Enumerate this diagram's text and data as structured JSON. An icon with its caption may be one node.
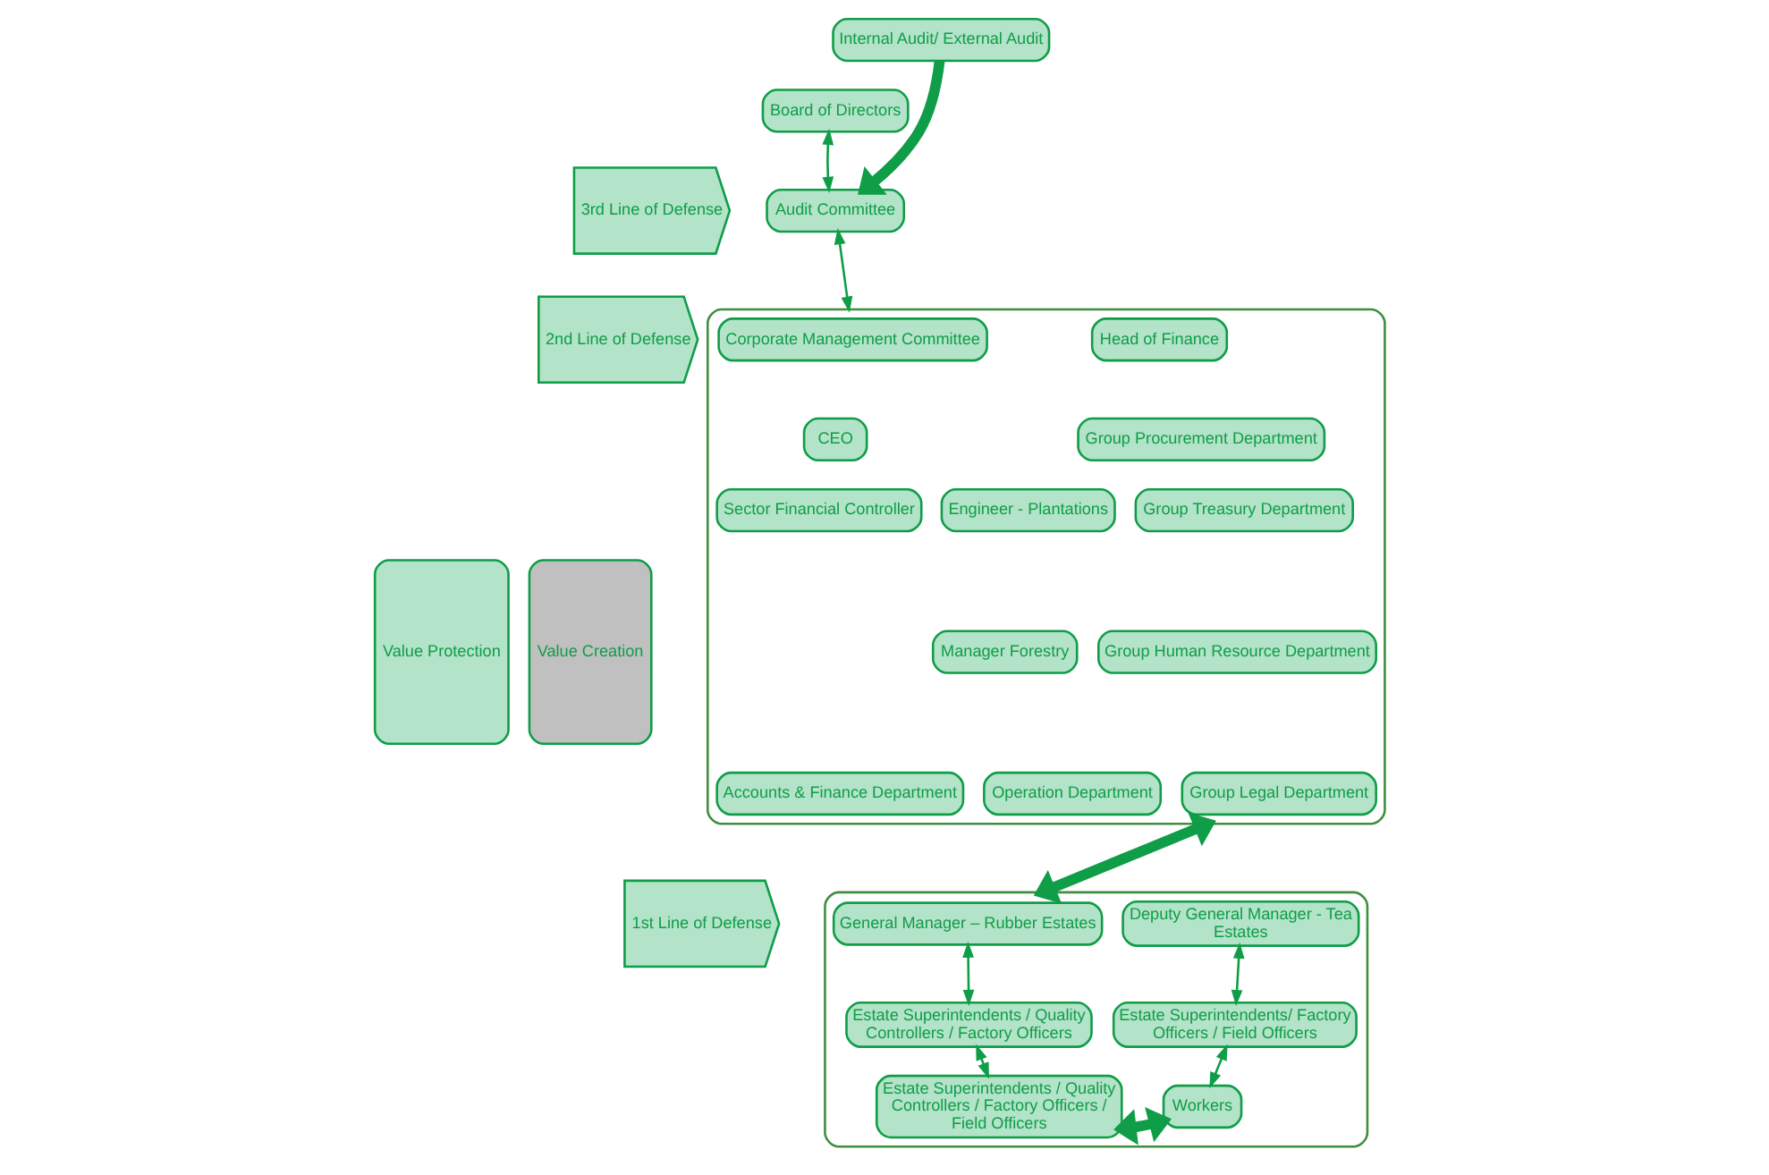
{
  "diagram": {
    "nodes": [
      {
        "text": [
          "Value Protection"
        ]
      },
      {
        "text": [
          "Value Creation"
        ]
      },
      {
        "text": [
          "3rd Line of Defense"
        ]
      },
      {
        "text": [
          "2nd Line of Defense"
        ]
      },
      {
        "text": [
          "1st Line of Defense"
        ]
      },
      {
        "text": [
          "Board of Directors"
        ]
      },
      {
        "text": [
          "Audit Committee"
        ]
      },
      {
        "text": [
          "Internal Audit/ External Audit"
        ]
      },
      {
        "text": [],
        "shape": "box"
      },
      {
        "text": [
          "Corporate Management Committee"
        ],
        "in": 8
      },
      {
        "text": [
          "CEO"
        ],
        "in": 8
      },
      {
        "text": [
          "Sector Financial Controller"
        ],
        "in": 8
      },
      {
        "text": [
          "Accounts & Finance Department"
        ],
        "in": 8
      },
      {
        "text": [
          "Engineer - Plantations"
        ],
        "in": 8
      },
      {
        "text": [
          "Manager Forestry"
        ],
        "in": 8
      },
      {
        "text": [
          "Operation Department"
        ],
        "in": 8
      },
      {
        "text": [
          "Head of Finance"
        ],
        "in": 8
      },
      {
        "text": [
          "Group Procurement Department"
        ],
        "in": 8
      },
      {
        "text": [
          "Group Treasury Department"
        ],
        "in": 8
      },
      {
        "text": [
          "Group Human Resource Department"
        ],
        "in": 8
      },
      {
        "text": [
          "Group Legal Department"
        ],
        "in": 8
      },
      {
        "text": [],
        "shape": "box"
      },
      {
        "text": [
          "General Manager – Rubber Estates"
        ],
        "in": 21
      },
      {
        "text": [
          "Estate Superintendents / Quality Controllers / Factory Officers"
        ],
        "in": 21
      },
      {
        "text": [
          "Estate Superintendents / Quality Controllers / Factory Officers / Field Officers"
        ],
        "in": 21
      },
      {
        "text": [
          "Deputy General Manager - Tea Estates"
        ],
        "in": 21
      },
      {
        "text": [
          "Estate Superintendents/ Factory Officers / Field Officers"
        ],
        "in": 21
      },
      {
        "text": [
          "Workers"
        ],
        "in": 21
      }
    ],
    "edges": [
      {
        "from": 5,
        "to": 6,
        "arrow": "both"
      },
      {
        "from": 7,
        "to": 6,
        "arrow": "to",
        "style": "thick"
      },
      {
        "from": 6,
        "to": 8,
        "arrow": "both"
      },
      {
        "from": 8,
        "to": 21,
        "arrow": "both",
        "style": "thick"
      },
      {
        "from": 22,
        "to": 23,
        "arrow": "both"
      },
      {
        "from": 23,
        "to": 24,
        "arrow": "both"
      },
      {
        "from": 24,
        "to": 27,
        "arrow": "both",
        "style": "thick"
      },
      {
        "from": 25,
        "to": 26,
        "arrow": "both"
      },
      {
        "from": 26,
        "to": 27,
        "arrow": "both"
      }
    ]
  }
}
